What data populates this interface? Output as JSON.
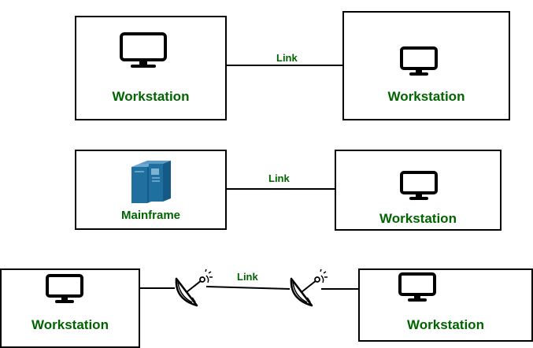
{
  "colors": {
    "label_green": "#006400",
    "border": "#000000",
    "mainframe_blue": "#1f6f9f"
  },
  "rows": [
    {
      "left": {
        "label": "Workstation",
        "icon": "monitor-icon"
      },
      "link_label": "Link",
      "right": {
        "label": "Workstation",
        "icon": "monitor-icon"
      }
    },
    {
      "left": {
        "label": "Mainframe",
        "icon": "mainframe-icon"
      },
      "link_label": "Link",
      "right": {
        "label": "Workstation",
        "icon": "monitor-icon"
      }
    },
    {
      "left": {
        "label": "Workstation",
        "icon": "monitor-icon"
      },
      "link_label": "Link",
      "right": {
        "label": "Workstation",
        "icon": "monitor-icon"
      },
      "relay_icons": [
        "satellite-dish-icon",
        "satellite-dish-icon"
      ]
    }
  ]
}
